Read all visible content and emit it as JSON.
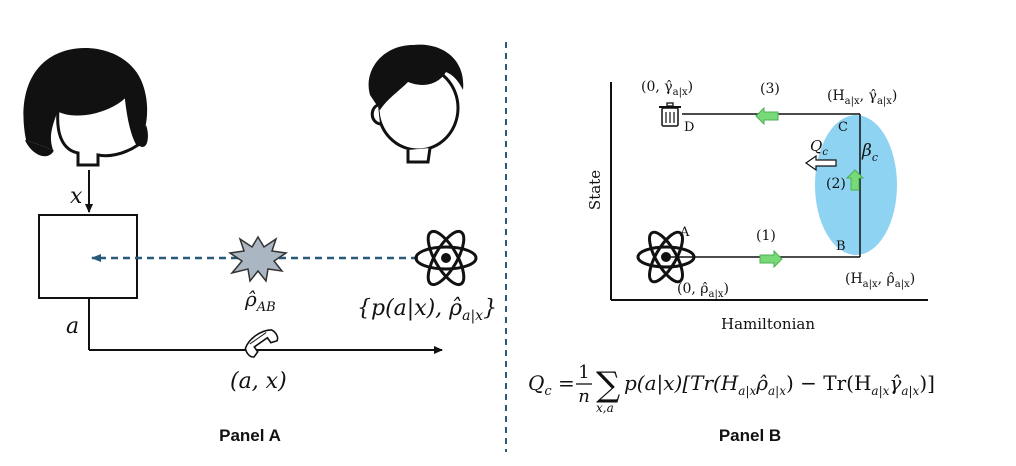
{
  "panel_a": {
    "title": "Panel A",
    "input_label": "x",
    "output_label": "a",
    "state_label": "ρ̂",
    "state_sub": "AB",
    "ensemble_label": "{p(a|x), ρ̂",
    "ensemble_sub": "a|x",
    "ensemble_close": "}",
    "message_label": "(a, x)",
    "icons": {
      "alice": "woman-head-icon",
      "bob": "man-head-icon",
      "source": "explosion-icon",
      "quantum": "atom-icon",
      "channel": "telephone-icon"
    }
  },
  "panel_b": {
    "title": "Panel B",
    "y_axis": "State",
    "x_axis": "Hamiltonian",
    "points": {
      "A": "A",
      "B": "B",
      "C": "C",
      "D": "D"
    },
    "labels": {
      "A": "(0, ρ̂",
      "A_sub": "a|x",
      "A_close": ")",
      "B": "(H",
      "B_sub1": "a|x",
      "B_mid": ", ρ̂",
      "B_sub2": "a|x",
      "B_close": ")",
      "C": "(H",
      "C_sub1": "a|x",
      "C_mid": ", γ̂",
      "C_sub2": "a|x",
      "C_close": ")",
      "D": "(0, γ̂",
      "D_sub": "a|x",
      "D_close": ")"
    },
    "steps": {
      "one": "(1)",
      "two": "(2)",
      "three": "(3)"
    },
    "heat": "Q",
    "heat_sub": "c",
    "bath": "β",
    "bath_sub": "c",
    "formula": {
      "lhs": "Q",
      "lhs_sub": "c",
      "eq": " = ",
      "frac_num": "1",
      "frac_den": "n",
      "sum_sub": "x,a",
      "body": "p(a|x)[Tr(H",
      "s1": "a|x",
      "b2": "ρ̂",
      "s2": "a|x",
      "b3": ") − Tr(H",
      "s3": "a|x",
      "b4": "γ̂",
      "s4": "a|x",
      "b5": ")]"
    },
    "icons": {
      "trash": "trash-can-icon",
      "quantum": "atom-icon"
    },
    "colors": {
      "bath": "#8fd3f2",
      "arrow": "#77d977",
      "dashed": "#2a5a7a"
    }
  }
}
